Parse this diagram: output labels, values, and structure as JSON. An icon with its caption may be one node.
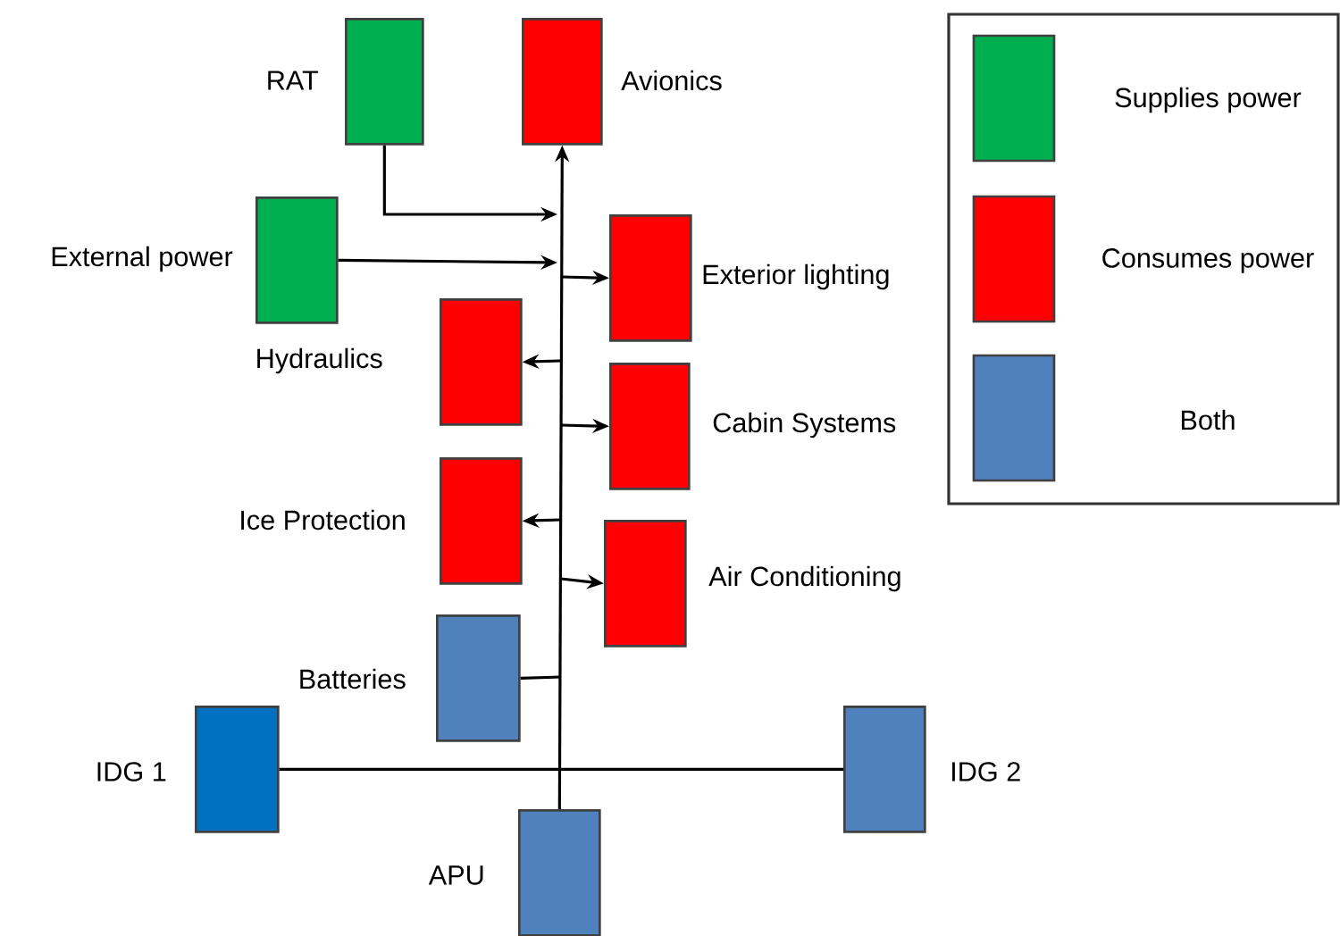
{
  "diagram": {
    "nodes": [
      {
        "text": [
          "RAT"
        ]
      },
      {
        "text": [
          "Avionics"
        ]
      },
      {
        "text": [
          "External power"
        ]
      },
      {
        "text": [
          "Exterior lighting"
        ]
      },
      {
        "text": [
          "Hydraulics"
        ]
      },
      {
        "text": [
          "Cabin Systems"
        ]
      },
      {
        "text": [
          "Ice Protection"
        ]
      },
      {
        "text": [
          "Air Conditioning"
        ]
      },
      {
        "text": [
          "Batteries"
        ]
      },
      {
        "text": [
          "IDG 1"
        ]
      },
      {
        "text": [
          "IDG 2"
        ]
      },
      {
        "text": [
          "APU"
        ]
      }
    ],
    "edges": [
      {
        "from": 0,
        "to": null,
        "arrow": "to"
      },
      {
        "from": 2,
        "to": null,
        "arrow": "to"
      },
      {
        "from": null,
        "to": 3,
        "arrow": "to"
      },
      {
        "from": null,
        "to": 4,
        "arrow": "to"
      },
      {
        "from": null,
        "to": 5,
        "arrow": "to"
      },
      {
        "from": null,
        "to": 6,
        "arrow": "to"
      },
      {
        "from": null,
        "to": 7,
        "arrow": "to"
      },
      {
        "from": 8,
        "to": null,
        "arrow": "none"
      },
      {
        "from": 9,
        "to": 10,
        "arrow": "none"
      },
      {
        "from": 11,
        "to": 1,
        "arrow": "to"
      }
    ],
    "legend": [
      {
        "text": "Supplies power",
        "color": "#00b050"
      },
      {
        "text": "Consumes power",
        "color": "#ff0000"
      },
      {
        "text": "Both",
        "color": "#4f81bd"
      }
    ]
  }
}
